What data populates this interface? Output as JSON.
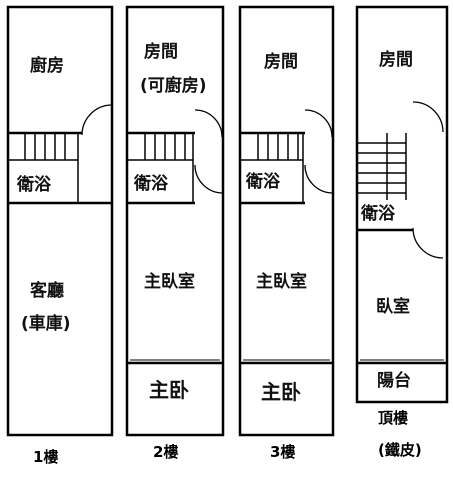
{
  "floors": [
    {
      "label": "1樓",
      "rooms": {
        "kitchen": "廚房",
        "bath": "衛浴",
        "living": "客廳",
        "living_note": "(車庫)"
      }
    },
    {
      "label": "2樓",
      "rooms": {
        "room": "房間",
        "room_note": "(可廚房)",
        "bath": "衛浴",
        "master": "主臥室",
        "master_bath": "主卧"
      }
    },
    {
      "label": "3樓",
      "rooms": {
        "room": "房間",
        "bath": "衛浴",
        "master": "主臥室",
        "master_bath": "主卧"
      }
    },
    {
      "label": "頂樓",
      "label_note": "(鐵皮)",
      "rooms": {
        "room": "房間",
        "bath": "衛浴",
        "bedroom": "臥室",
        "balcony": "陽台"
      }
    }
  ]
}
